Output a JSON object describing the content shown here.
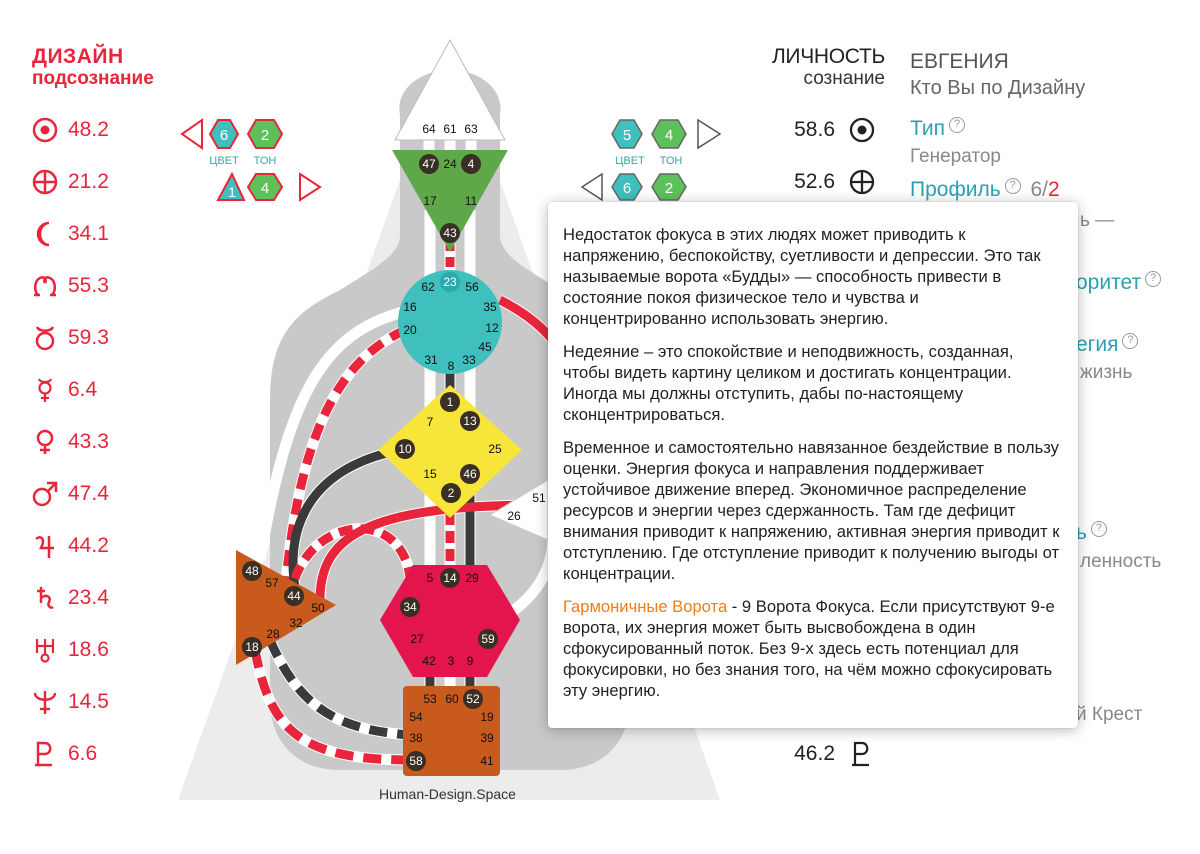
{
  "design": {
    "title": "ДИЗАЙН",
    "subtitle": "подсознание",
    "planets": [
      {
        "icon": "sun-icon",
        "value": "48.2"
      },
      {
        "icon": "earth-icon",
        "value": "21.2"
      },
      {
        "icon": "moon-icon",
        "value": "34.1"
      },
      {
        "icon": "north-node-icon",
        "value": "55.3"
      },
      {
        "icon": "south-node-icon",
        "value": "59.3"
      },
      {
        "icon": "mercury-icon",
        "value": "6.4"
      },
      {
        "icon": "venus-icon",
        "value": "43.3"
      },
      {
        "icon": "mars-icon",
        "value": "47.4"
      },
      {
        "icon": "jupiter-icon",
        "value": "44.2"
      },
      {
        "icon": "saturn-icon",
        "value": "23.4"
      },
      {
        "icon": "uranus-icon",
        "value": "18.6"
      },
      {
        "icon": "neptune-icon",
        "value": "14.5"
      },
      {
        "icon": "pluto-icon",
        "value": "6.6"
      }
    ]
  },
  "personality": {
    "title": "ЛИЧНОСТЬ",
    "subtitle": "сознание",
    "planets": [
      {
        "icon": "sun-icon",
        "value": "58.6"
      },
      {
        "icon": "earth-icon",
        "value": "52.6"
      },
      {
        "icon": "pluto-icon",
        "value": "46.2"
      }
    ]
  },
  "profile_info": {
    "name": "ЕВГЕНИЯ",
    "subtitle": "Кто Вы по Дизайну",
    "type_label": "Тип",
    "type_value": "Генератор",
    "profile_label": "Профиль",
    "profile_value_a": "6/",
    "profile_value_b": "2",
    "frag_dash": "ь —",
    "frag_authority": "оритет",
    "frag_energy": "егия",
    "frag_life": "жизнь",
    "frag_b": "ь",
    "frag_definition": "ленность",
    "frag_cross": "й Крест"
  },
  "variables": {
    "left_top": {
      "color_num": "6",
      "tone_num": "2"
    },
    "left_bottom": {
      "color_num": "1",
      "tone_num": "4"
    },
    "right_top": {
      "color_num": "5",
      "tone_num": "4"
    },
    "right_bottom": {
      "color_num": "6",
      "tone_num": "2"
    },
    "color_label": "ЦВЕТ",
    "tone_label": "ТОН"
  },
  "bodygraph": {
    "head_gates": [
      "64",
      "61",
      "63"
    ],
    "ajna_gates": [
      "47",
      "24",
      "4",
      "17",
      "11",
      "43"
    ],
    "throat_gates": [
      "62",
      "23",
      "56",
      "16",
      "35",
      "20",
      "12",
      "45",
      "31",
      "8",
      "33"
    ],
    "g_gates": [
      "1",
      "7",
      "13",
      "25",
      "10",
      "15",
      "46",
      "2"
    ],
    "ego_gates": [
      "51",
      "26"
    ],
    "sacral_gates": [
      "5",
      "14",
      "29",
      "34",
      "27",
      "59",
      "42",
      "3",
      "9"
    ],
    "spleen_gates": [
      "48",
      "57",
      "44",
      "50",
      "32",
      "28",
      "18"
    ],
    "root_gates": [
      "53",
      "60",
      "52",
      "54",
      "19",
      "38",
      "39",
      "58",
      "41"
    ],
    "colors": {
      "head": "#ffffff",
      "ajna": "#5fa84a",
      "throat": "#3fbfbd",
      "g": "#f7e53a",
      "sacral": "#e4154d",
      "spleen": "#c75a1c",
      "root": "#c75a1c",
      "defined_red": "#e8253b",
      "defined_dark": "#3a3a3a"
    }
  },
  "popup": {
    "p1": "Недостаток фокуса в этих людях может приводить к напряжению, беспокойству, суетливости и депрессии. Это так называемые ворота «Будды» — способность привести в состояние покоя физическое тело и чувства и концентрированно использовать энергию.",
    "p2": "Недеяние – это спокойствие и неподвижность, созданная, чтобы видеть картину целиком и достигать концентрации. Иногда мы должны отступить, дабы по-настоящему сконцентрироваться.",
    "p3": "Временное и самостоятельно навязанное бездействие в пользу оценки. Энергия фокуса и направления поддерживает устойчивое движение вперед. Экономичное распределение ресурсов и энергии через сдержанность. Там где дефицит внимания приводит к напряжению, активная энергия приводит к отступлению. Где отступление приводит к получению выгоды от концентрации.",
    "p4_highlight": "Гармоничные Ворота",
    "p4_rest": " - 9 Ворота Фокуса. Если присутствуют 9-е ворота, их энергия может быть высвобождена в один сфокусированный поток. Без 9-х здесь есть потенциал для фокусировки, но без знания того, на чём можно сфокусировать эту энергию."
  },
  "watermark": "Human-Design.Space"
}
